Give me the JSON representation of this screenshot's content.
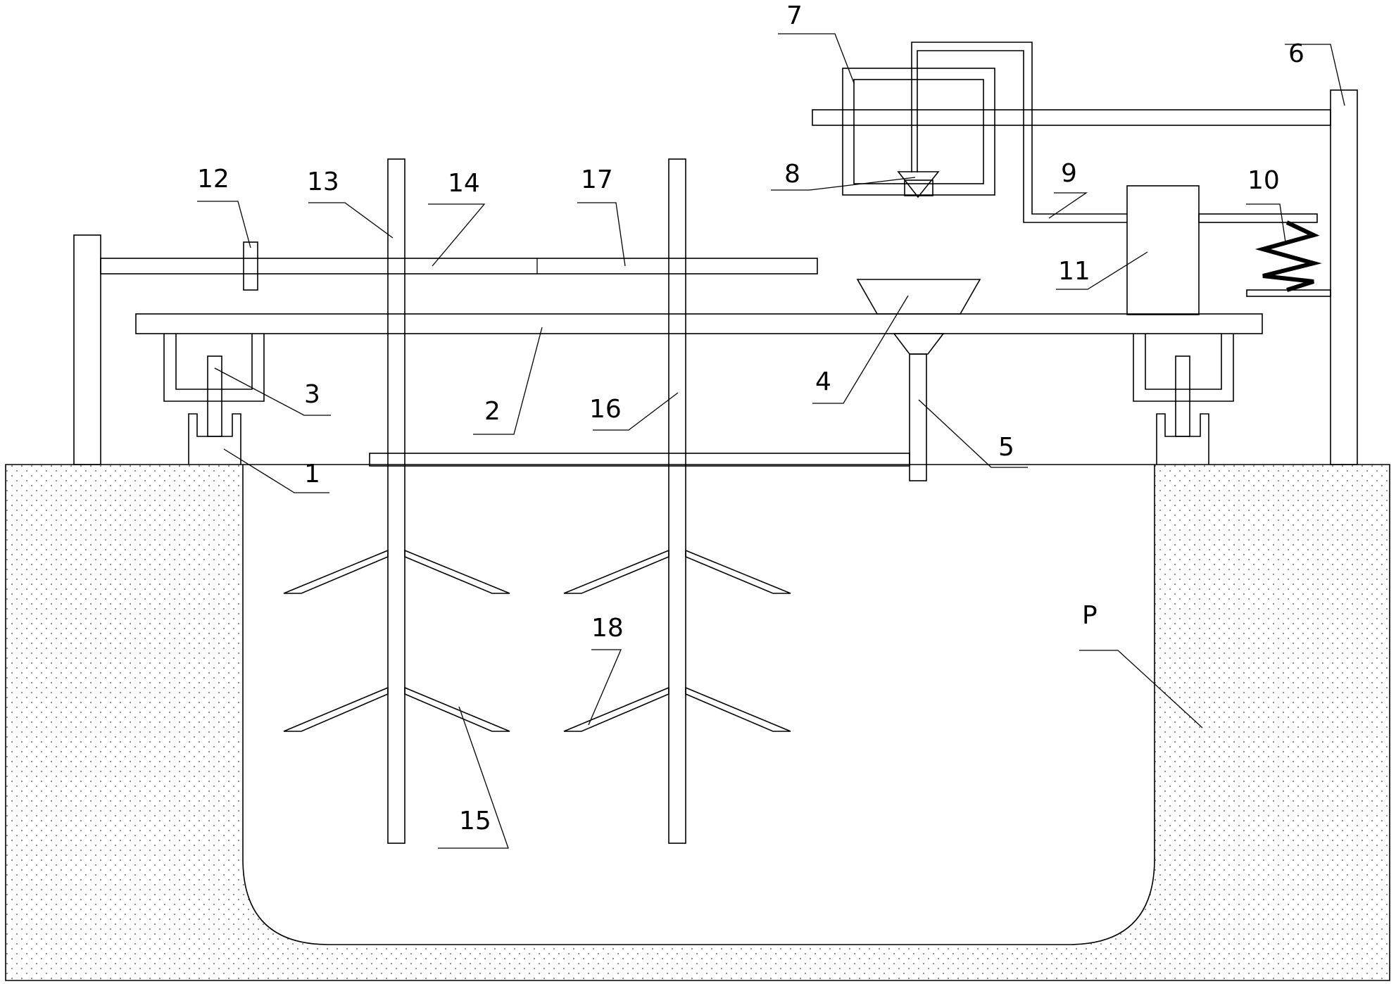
{
  "labels": {
    "l1": "1",
    "l2": "2",
    "l3": "3",
    "l4": "4",
    "l5": "5",
    "l6": "6",
    "l7": "7",
    "l8": "8",
    "l9": "9",
    "l10": "10",
    "l11": "11",
    "l12": "12",
    "l13": "13",
    "l14": "14",
    "l15": "15",
    "l16": "16",
    "l17": "17",
    "l18": "18",
    "lP": "P"
  }
}
